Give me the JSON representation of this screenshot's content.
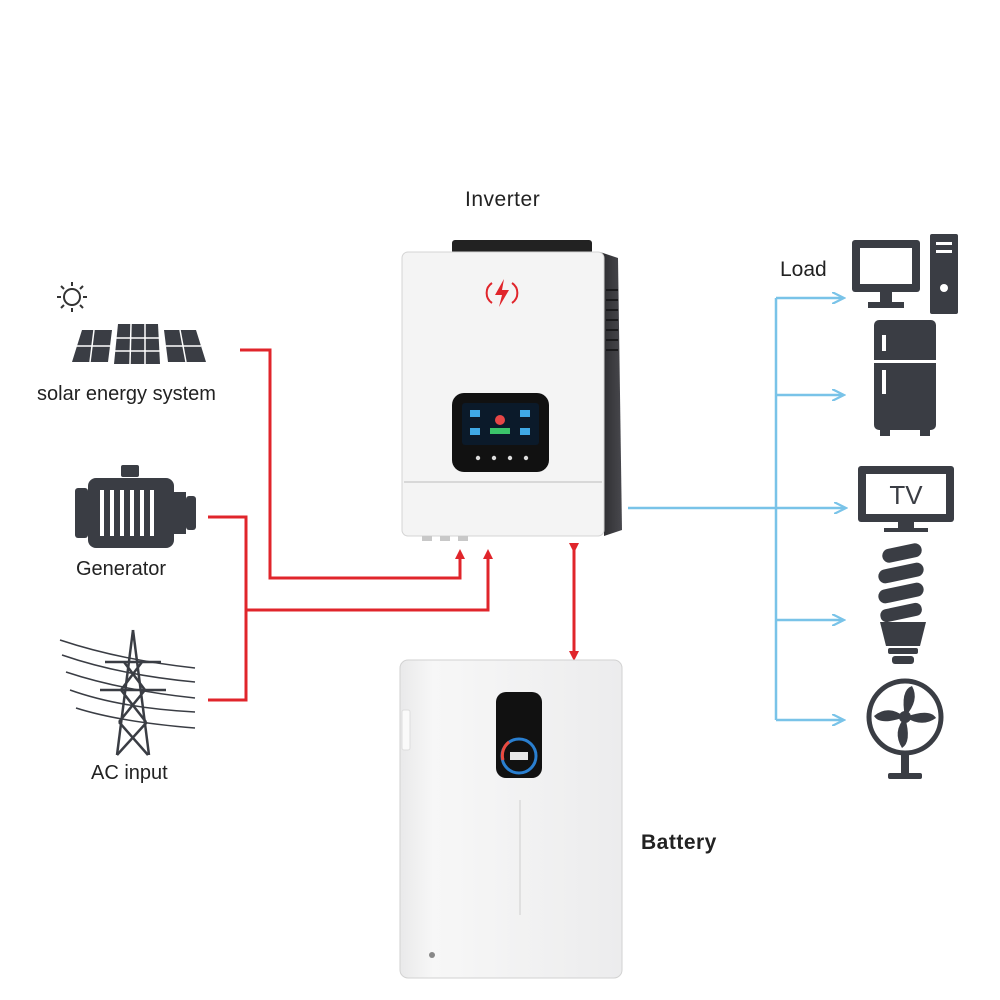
{
  "labels": {
    "inverter": "Inverter",
    "load": "Load",
    "solar": "solar energy system",
    "generator": "Generator",
    "ac_input": "AC input",
    "battery": "Battery",
    "tv": "TV"
  },
  "colors": {
    "input_lines": "#e0252b",
    "load_lines": "#79c3e8",
    "battery_link": "#e0252b",
    "icon_dark": "#3a3d44",
    "device_white": "#f2f2f2"
  },
  "icons": {
    "solar": "solar-panel-sun-icon",
    "generator": "generator-icon",
    "ac_input": "power-pylon-icon",
    "computer": "desktop-computer-icon",
    "fridge": "refrigerator-icon",
    "tv": "television-icon",
    "bulb": "spiral-bulb-icon",
    "fan": "electric-fan-icon"
  }
}
